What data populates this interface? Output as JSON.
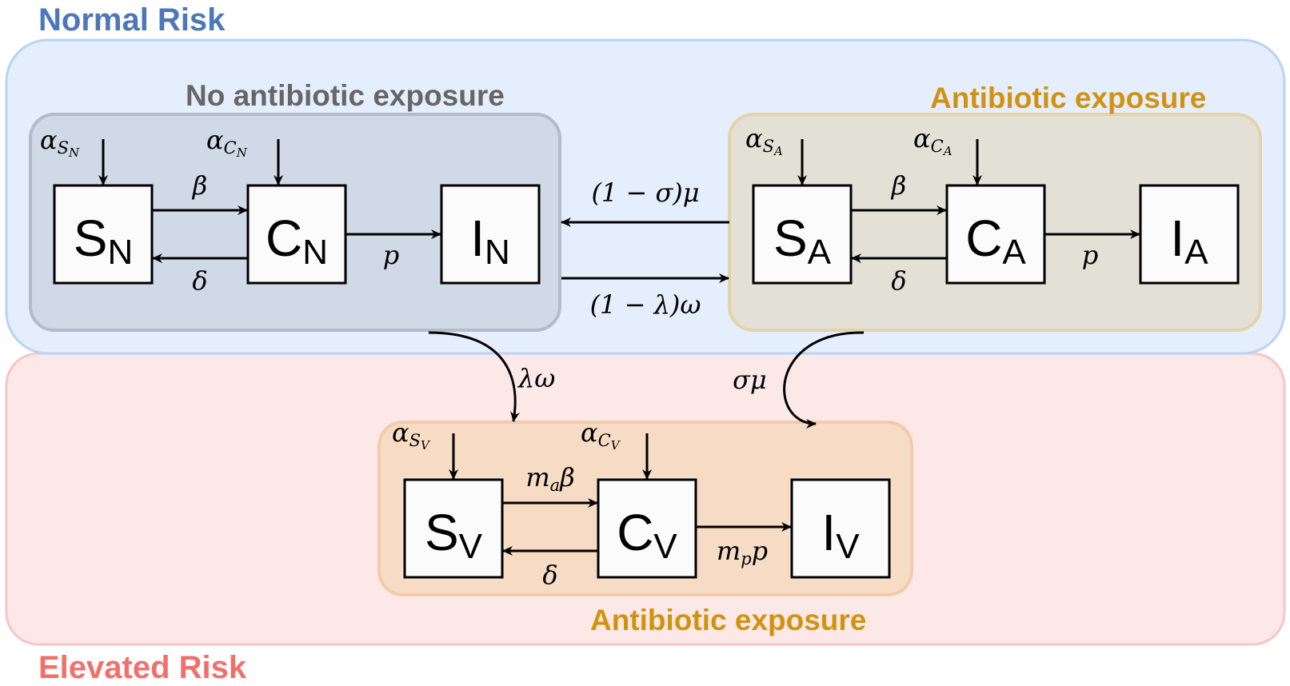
{
  "colors": {
    "normal_risk_title": "#4d77b8",
    "elevated_risk_title": "#f0716c",
    "no_exposure_title": "#666666",
    "exposure_title": "#d1930f",
    "normal_region_fill": "#e4eefc",
    "normal_region_stroke": "#b9d3f5",
    "elevated_region_fill": "#fde8e8",
    "elevated_region_stroke": "#f6c6c6",
    "group_n_fill": "#d0d9e6",
    "group_n_stroke": "#b3bcc8",
    "group_a_fill": "#e3e0d6",
    "group_a_stroke": "#e2d3aa",
    "group_v_fill": "#f6dcc4",
    "group_v_stroke": "#f2ccaa",
    "node_fill": "#fbfbfb"
  },
  "regions": {
    "normal_title": "Normal Risk",
    "elevated_title": "Elevated Risk"
  },
  "groups": {
    "no_exposure_title": "No antibiotic exposure",
    "exposure_title_a": "Antibiotic exposure",
    "exposure_title_v": "Antibiotic exposure"
  },
  "nodes": {
    "S_N": {
      "main": "S",
      "sub": "N"
    },
    "C_N": {
      "main": "C",
      "sub": "N"
    },
    "I_N": {
      "main": "I",
      "sub": "N"
    },
    "S_A": {
      "main": "S",
      "sub": "A"
    },
    "C_A": {
      "main": "C",
      "sub": "A"
    },
    "I_A": {
      "main": "I",
      "sub": "A"
    },
    "S_V": {
      "main": "S",
      "sub": "V"
    },
    "C_V": {
      "main": "C",
      "sub": "V"
    },
    "I_V": {
      "main": "I",
      "sub": "V"
    }
  },
  "rates": {
    "alpha": "α",
    "alpha_sub_S": "S",
    "alpha_sub_C": "C",
    "beta": "β",
    "delta": "δ",
    "p": "p",
    "m_a": "m",
    "m_a_sub": "a",
    "m_p": "m",
    "m_p_sub": "p",
    "n_to_a": "(1 − λ)ω",
    "a_to_n": "(1 − σ)μ",
    "n_to_v": "λω",
    "a_to_v": "σμ",
    "sub_N": "N",
    "sub_A": "A",
    "sub_V": "V"
  }
}
